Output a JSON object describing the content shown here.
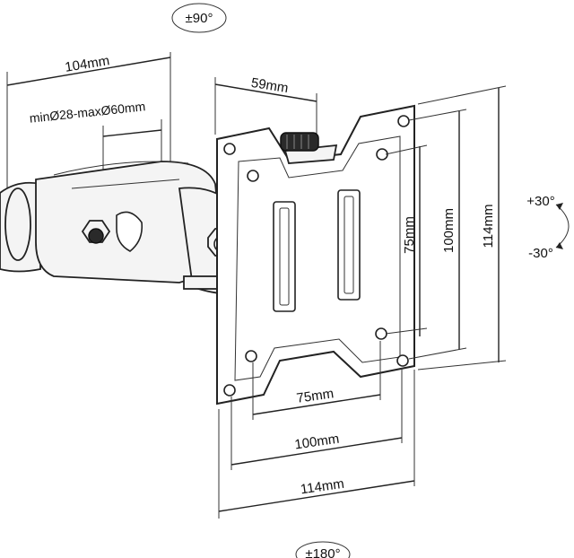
{
  "labels": {
    "rotate_top": "±90°",
    "rotate_bottom": "±180°",
    "tilt_up": "+30°",
    "tilt_down": "-30°",
    "arm_length": "104mm",
    "clamp_range": "minØ28-maxØ60mm",
    "knob_offset": "59mm",
    "vesa_75_h": "75mm",
    "vesa_100_h": "100mm",
    "vesa_114_h": "114mm",
    "vesa_75_v": "75mm",
    "vesa_100_v": "100mm",
    "vesa_114_v": "114mm"
  }
}
